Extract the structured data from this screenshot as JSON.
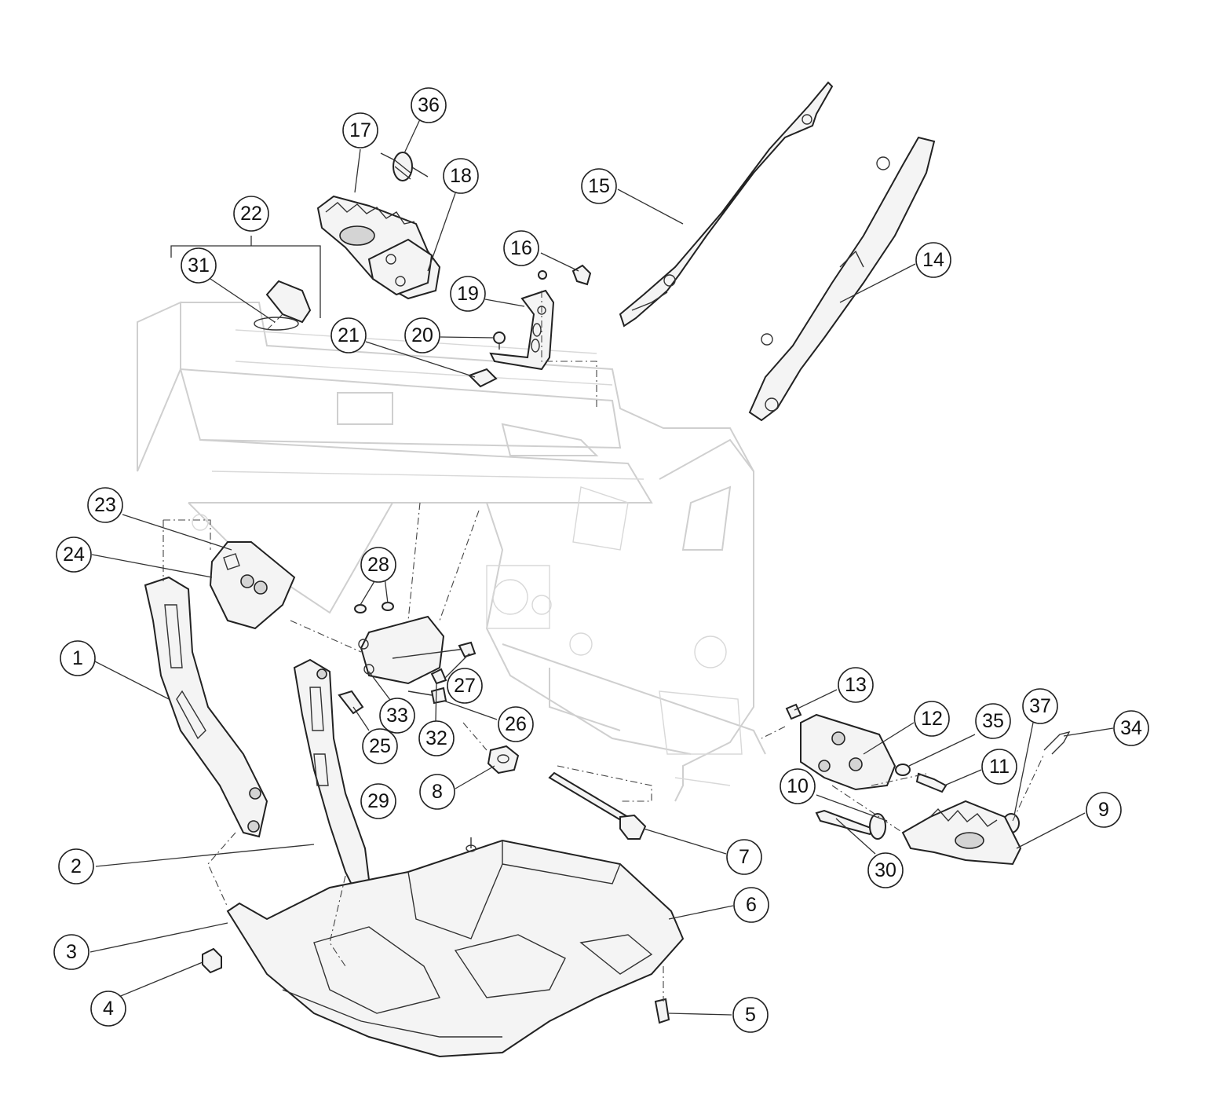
{
  "callouts": [
    {
      "id": "1",
      "label": "1"
    },
    {
      "id": "2",
      "label": "2"
    },
    {
      "id": "3",
      "label": "3"
    },
    {
      "id": "4",
      "label": "4"
    },
    {
      "id": "5",
      "label": "5"
    },
    {
      "id": "6",
      "label": "6"
    },
    {
      "id": "7",
      "label": "7"
    },
    {
      "id": "8",
      "label": "8"
    },
    {
      "id": "9",
      "label": "9"
    },
    {
      "id": "10",
      "label": "10"
    },
    {
      "id": "11",
      "label": "11"
    },
    {
      "id": "12",
      "label": "12"
    },
    {
      "id": "13",
      "label": "13"
    },
    {
      "id": "14",
      "label": "14"
    },
    {
      "id": "15",
      "label": "15"
    },
    {
      "id": "16",
      "label": "16"
    },
    {
      "id": "17",
      "label": "17"
    },
    {
      "id": "18",
      "label": "18"
    },
    {
      "id": "19",
      "label": "19"
    },
    {
      "id": "20",
      "label": "20"
    },
    {
      "id": "21",
      "label": "21"
    },
    {
      "id": "22",
      "label": "22"
    },
    {
      "id": "23",
      "label": "23"
    },
    {
      "id": "24",
      "label": "24"
    },
    {
      "id": "25",
      "label": "25"
    },
    {
      "id": "26",
      "label": "26"
    },
    {
      "id": "27",
      "label": "27"
    },
    {
      "id": "28",
      "label": "28"
    },
    {
      "id": "29",
      "label": "29"
    },
    {
      "id": "30",
      "label": "30"
    },
    {
      "id": "31",
      "label": "31"
    },
    {
      "id": "32",
      "label": "32"
    },
    {
      "id": "33",
      "label": "33"
    },
    {
      "id": "34",
      "label": "34"
    },
    {
      "id": "35",
      "label": "35"
    },
    {
      "id": "36",
      "label": "36"
    },
    {
      "id": "37",
      "label": "37"
    }
  ]
}
